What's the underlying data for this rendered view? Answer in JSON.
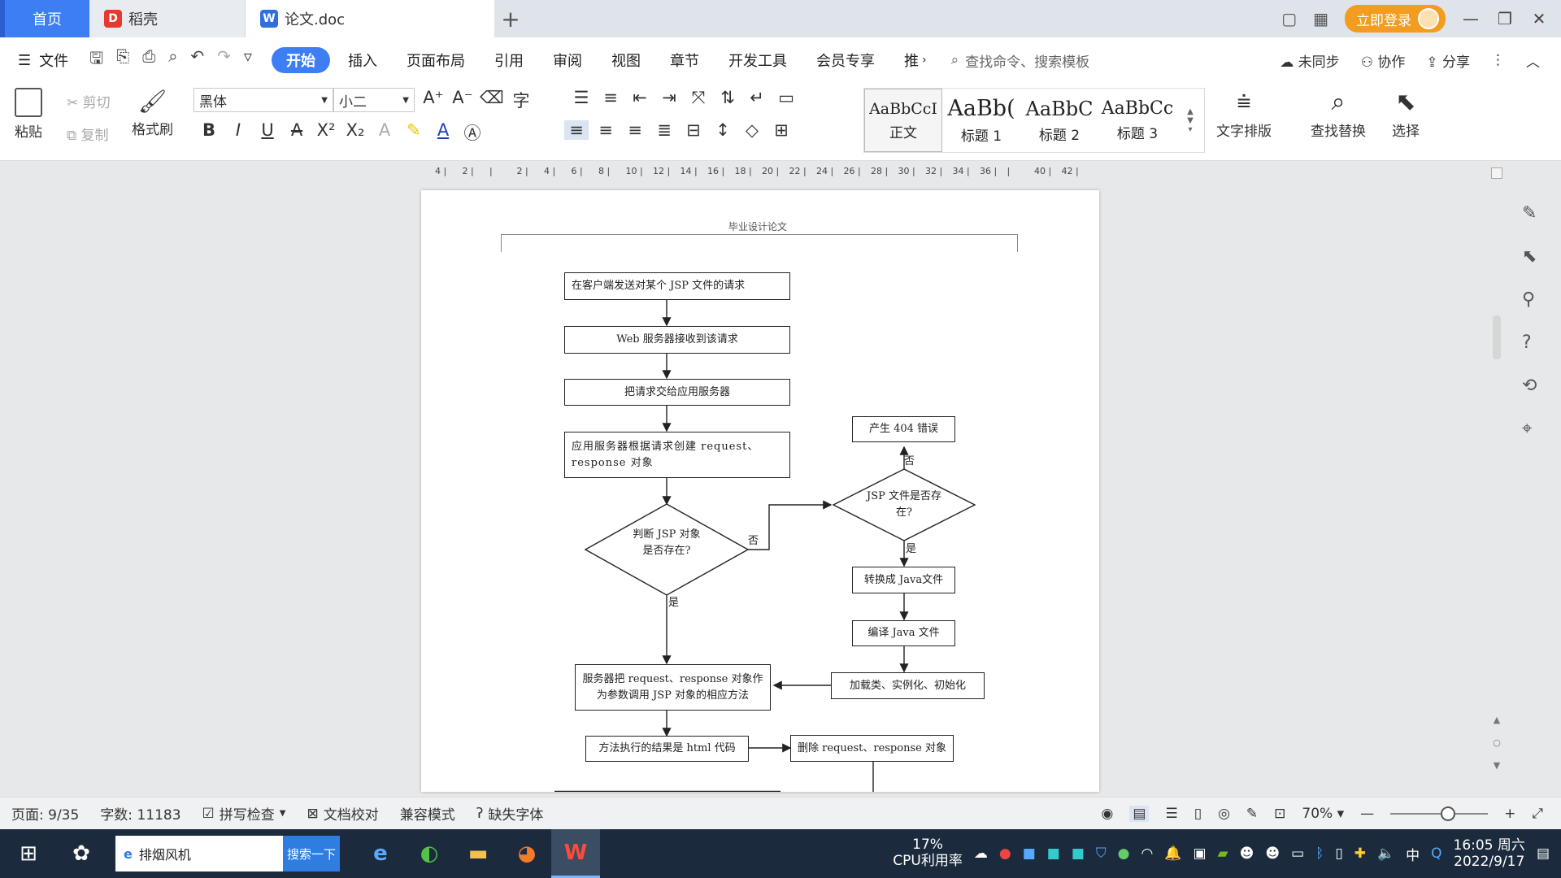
{
  "tabs": {
    "home": "首页",
    "docer": "稻壳",
    "document": "论文.doc",
    "login": "立即登录"
  },
  "menu": {
    "file": "文件",
    "items": [
      "开始",
      "插入",
      "页面布局",
      "引用",
      "审阅",
      "视图",
      "章节",
      "开发工具",
      "会员专享",
      "推"
    ],
    "search_placeholder": "查找命令、搜索模板",
    "unsynced": "未同步",
    "collab": "协作",
    "share": "分享"
  },
  "ribbon": {
    "paste": "粘贴",
    "cut": "剪切",
    "copy": "复制",
    "format_painter": "格式刷",
    "font_name": "黑体",
    "font_size": "小二",
    "styles": [
      {
        "preview": "AaBbCcI",
        "name": "正文"
      },
      {
        "preview": "AaBb(",
        "name": "标题 1"
      },
      {
        "preview": "AaBbC",
        "name": "标题 2"
      },
      {
        "preview": "AaBbCc",
        "name": "标题 3"
      }
    ],
    "text_layout": "文字排版",
    "find_replace": "查找替换",
    "select": "选择"
  },
  "ruler": {
    "ticks": [
      "4",
      "2",
      "",
      "2",
      "4",
      "6",
      "8",
      "10",
      "12",
      "14",
      "16",
      "18",
      "20",
      "22",
      "24",
      "26",
      "28",
      "30",
      "32",
      "34",
      "36",
      "",
      "40",
      "42"
    ]
  },
  "page": {
    "header": "毕业设计论文",
    "flowchart": {
      "client_request": "在客户端发送对某个 JSP 文件的请求",
      "web_server_receive": "Web 服务器接收到该请求",
      "pass_to_app_server": "把请求交给应用服务器",
      "create_objects": "应用服务器根据请求创建 request、response 对象",
      "judge_jsp_object": "判断 JSP 对象是否存在?",
      "jsp_file_exists": "JSP 文件是否存在?",
      "error_404": "产生 404 错误",
      "convert_java": "转换成 Java文件",
      "compile_java": "编译 Java 文件",
      "load_class": "加载类、实例化、初始化",
      "invoke_method": "服务器把 request、response 对象作为参数调用 JSP 对象的相应方法",
      "html_result": "方法执行的结果是 html 代码",
      "delete_objects": "删除 request、response 对象",
      "label_no_1": "否",
      "label_no_2": "否",
      "label_yes_1": "是",
      "label_yes_2": "是"
    }
  },
  "status": {
    "page": "页面: 9/35",
    "words": "字数: 11183",
    "spell": "拼写检查",
    "proof": "文档校对",
    "compat": "兼容模式",
    "missing_font": "缺失字体",
    "zoom": "70%"
  },
  "taskbar": {
    "search_text": "排烟风机",
    "search_button": "搜索一下",
    "cpu_percent": "17%",
    "cpu_label": "CPU利用率",
    "ime": "中",
    "time": "16:05 周六",
    "date": "2022/9/17"
  }
}
